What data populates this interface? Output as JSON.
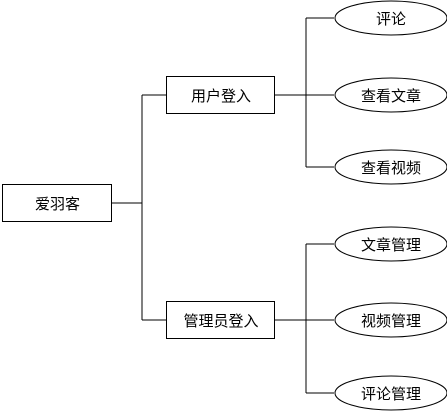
{
  "root": {
    "label": "爱羽客"
  },
  "branches": [
    {
      "label": "用户登入",
      "leaves": [
        "评论",
        "查看文章",
        "查看视频"
      ]
    },
    {
      "label": "管理员登入",
      "leaves": [
        "文章管理",
        "视频管理",
        "评论管理"
      ]
    }
  ],
  "colors": {
    "stroke": "#000000",
    "fill": "#ffffff",
    "text": "#000000"
  }
}
